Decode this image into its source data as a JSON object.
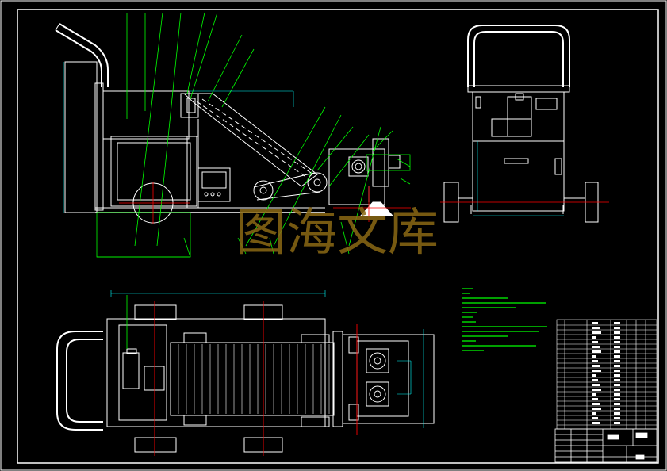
{
  "drawing": {
    "background": "#000000",
    "line_color": "#ffffff",
    "leader_color": "#00ff00",
    "center_color": "#ff0000",
    "dim_color": "#00ffff",
    "watermark_color": "#8b6914"
  },
  "watermark": {
    "text": "图海文库"
  },
  "views": {
    "front": "front-view",
    "side": "side-view",
    "top": "top-view"
  }
}
